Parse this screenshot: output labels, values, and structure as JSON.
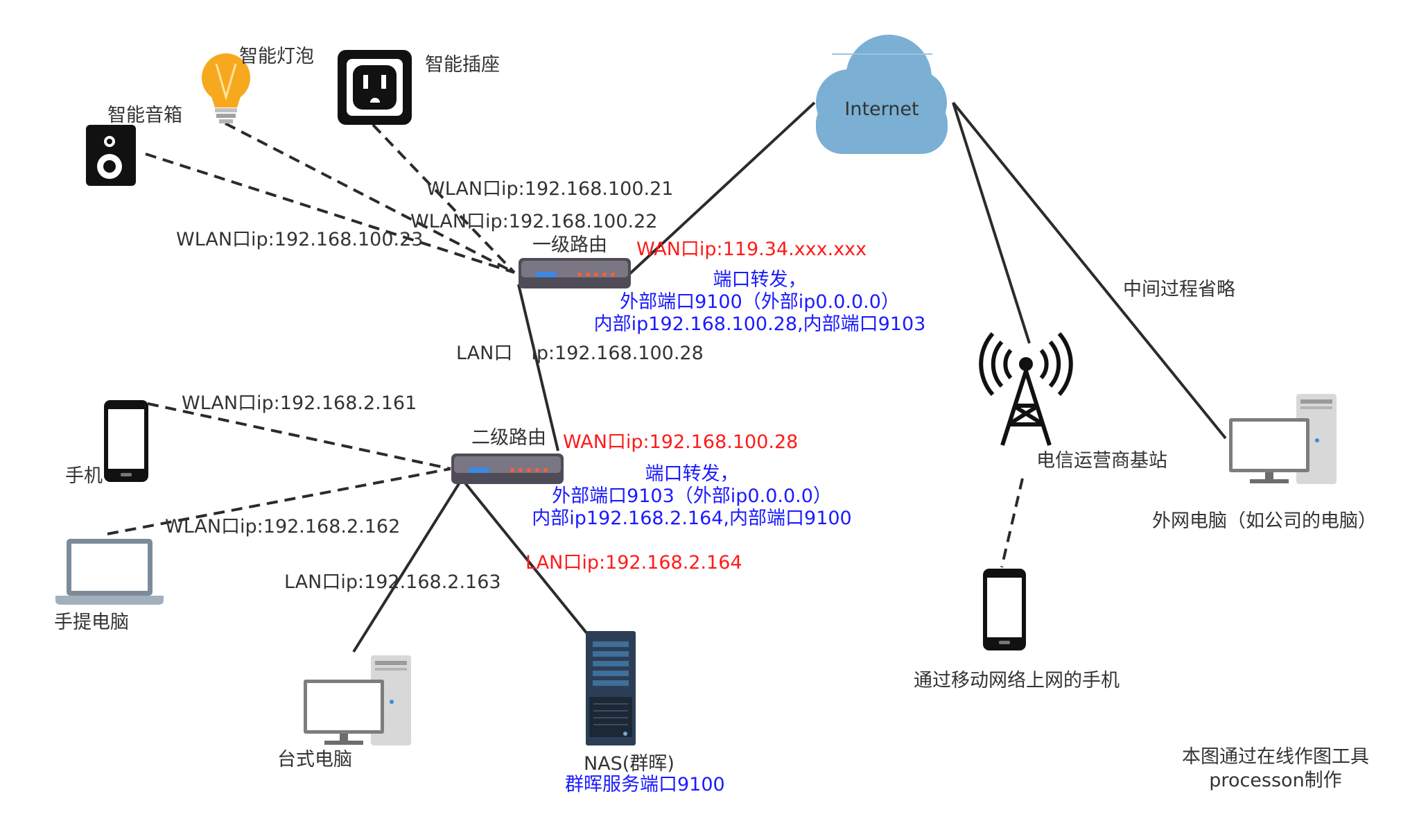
{
  "nodes": {
    "internet": "Internet",
    "router1": "一级路由",
    "router2": "二级路由",
    "speaker": "智能音箱",
    "bulb": "智能灯泡",
    "socket": "智能插座",
    "phone": "手机",
    "laptop": "手提电脑",
    "desktop": "台式电脑",
    "nas_name": "NAS(群晖)",
    "nas_port": "群晖服务端口9100",
    "tower": "电信运营商基站",
    "mobile_phone": "通过移动网络上网的手机",
    "remote_pc": "外网电脑（如公司的电脑）"
  },
  "links": {
    "socket_ip": "WLAN口ip:192.168.100.21",
    "bulb_ip": "WLAN口ip:192.168.100.22",
    "speaker_ip": "WLAN口ip:192.168.100.23",
    "router1_wan": "WAN口ip:119.34.xxx.xxx",
    "router1_lan": "LAN口　ip:192.168.100.28",
    "router2_wan": "WAN口ip:192.168.100.28",
    "phone_ip": "WLAN口ip:192.168.2.161",
    "laptop_ip": "WLAN口ip:192.168.2.162",
    "desktop_ip": "LAN口ip:192.168.2.163",
    "nas_ip": "LAN口ip:192.168.2.164",
    "middle": "中间过程省略"
  },
  "forwarding": {
    "router1": [
      "端口转发，",
      "外部端口9100（外部ip0.0.0.0）",
      "内部ip192.168.100.28,内部端口9103"
    ],
    "router2": [
      "端口转发，",
      "外部端口9103（外部ip0.0.0.0）",
      "内部ip192.168.2.164,内部端口9100"
    ]
  },
  "credit": [
    "本图通过在线作图工具",
    "processon制作"
  ],
  "colors": {
    "red": "#ff1a1a",
    "blue": "#1a1aff",
    "cloud": "#7bafd4",
    "bulb": "#f7a91e"
  },
  "icons": [
    "cloud-icon",
    "router-icon",
    "speaker-icon",
    "bulb-icon",
    "socket-icon",
    "phone-icon",
    "laptop-icon",
    "desktop-icon",
    "server-icon",
    "tower-icon"
  ]
}
